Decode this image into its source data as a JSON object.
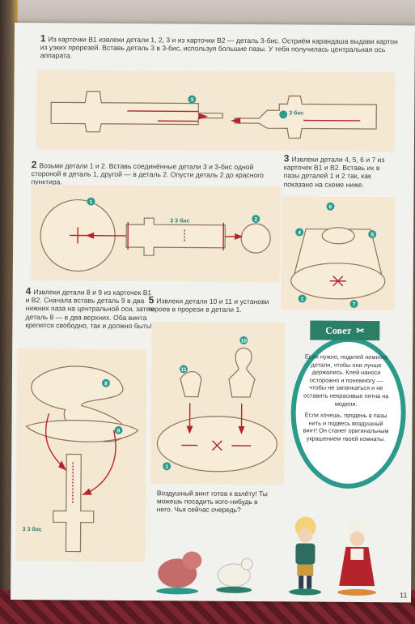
{
  "steps": [
    {
      "number": "1",
      "text": "Из карточки В1 извлеки детали 1, 2, 3 и из карточки В2 — деталь 3-бис. Остриём карандаша выдави картон из узких прорезей. Вставь деталь 3 в 3-бис, используя большие пазы. У тебя получилась центральная ось аппарата."
    },
    {
      "number": "2",
      "text": "Возьми детали 1 и 2. Вставь соединённые детали 3 и 3-бис одной стороной в деталь 1, другой — в деталь 2. Опусти деталь 2 до красного пунктира."
    },
    {
      "number": "3",
      "text": "Извлеки детали 4, 5, 6 и 7 из карточек В1 и В2. Вставь их в пазы деталей 1 и 2 так, как показано на схеме ниже."
    },
    {
      "number": "4",
      "text": "Извлеки детали 8 и 9 из карточек В1 и В2. Сначала вставь деталь 9 в два нижних паза на центральной оси, затем деталь 8 — в два верхних. Оба винта крепятся свободно, так и должно быть!"
    },
    {
      "number": "5",
      "text": "Извлеки детали 10 и 11 и установи героев в прорези в детали 1."
    }
  ],
  "labels": {
    "p1_left": "3",
    "p1_right": "3 бис",
    "p2_part1": "1",
    "p2_parts3": "3 3 бис",
    "p2_part2": "2",
    "p3_part6": "6",
    "p3_part4": "4",
    "p3_part5": "5",
    "p3_part1": "1",
    "p3_part7": "7",
    "p4_part8": "8",
    "p4_part9": "9",
    "p4_parts3": "3 3 бис",
    "p5_part11": "11",
    "p5_part10": "10",
    "p5_part1": "1"
  },
  "advice": {
    "title": "Совет",
    "icon": "scissors-icon",
    "paragraph1": "Если нужно, подклей немного детали, чтобы они лучше держались. Клей наноси осторожно и понемногу — чтобы не запачкаться и не оставить некрасивые пятна на модели.",
    "paragraph2": "Если хочешь, продень в пазы нить и подвесь воздушный винт! Он станет оригинальным украшением твоей комнаты."
  },
  "finish_text": "Воздушный винт готов к взлёту! Ты можешь посадить кого-нибудь в него. Чья сейчас очередь?",
  "page_number": "11",
  "colors": {
    "accent": "#2c9a8a",
    "red": "#b5232b",
    "panel": "#f4e8d2",
    "flag": "#2b7f66"
  }
}
